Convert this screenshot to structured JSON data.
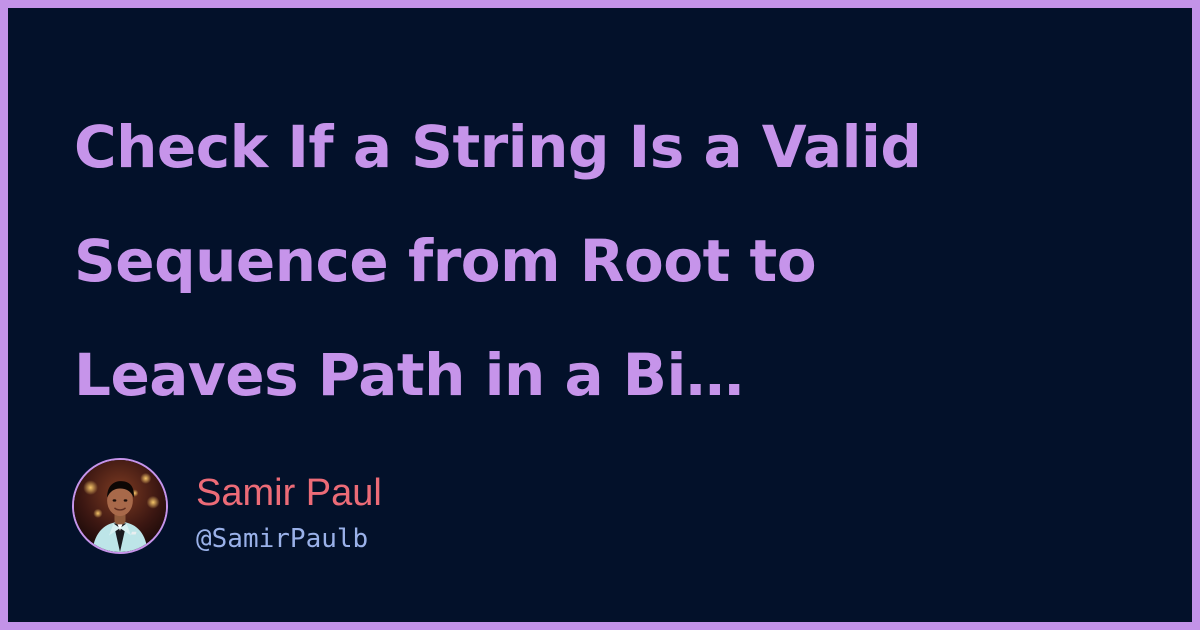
{
  "post": {
    "title": "Check If a String Is a Valid\nSequence from Root to\nLeaves Path in a Bi…"
  },
  "author": {
    "name": "Samir Paul",
    "handle": "@SamirPaulb"
  },
  "colors": {
    "frame": "#c393e8",
    "background": "#03112a",
    "title": "#c694ea",
    "name": "#ec6b77",
    "handle": "#9ab1e9"
  }
}
